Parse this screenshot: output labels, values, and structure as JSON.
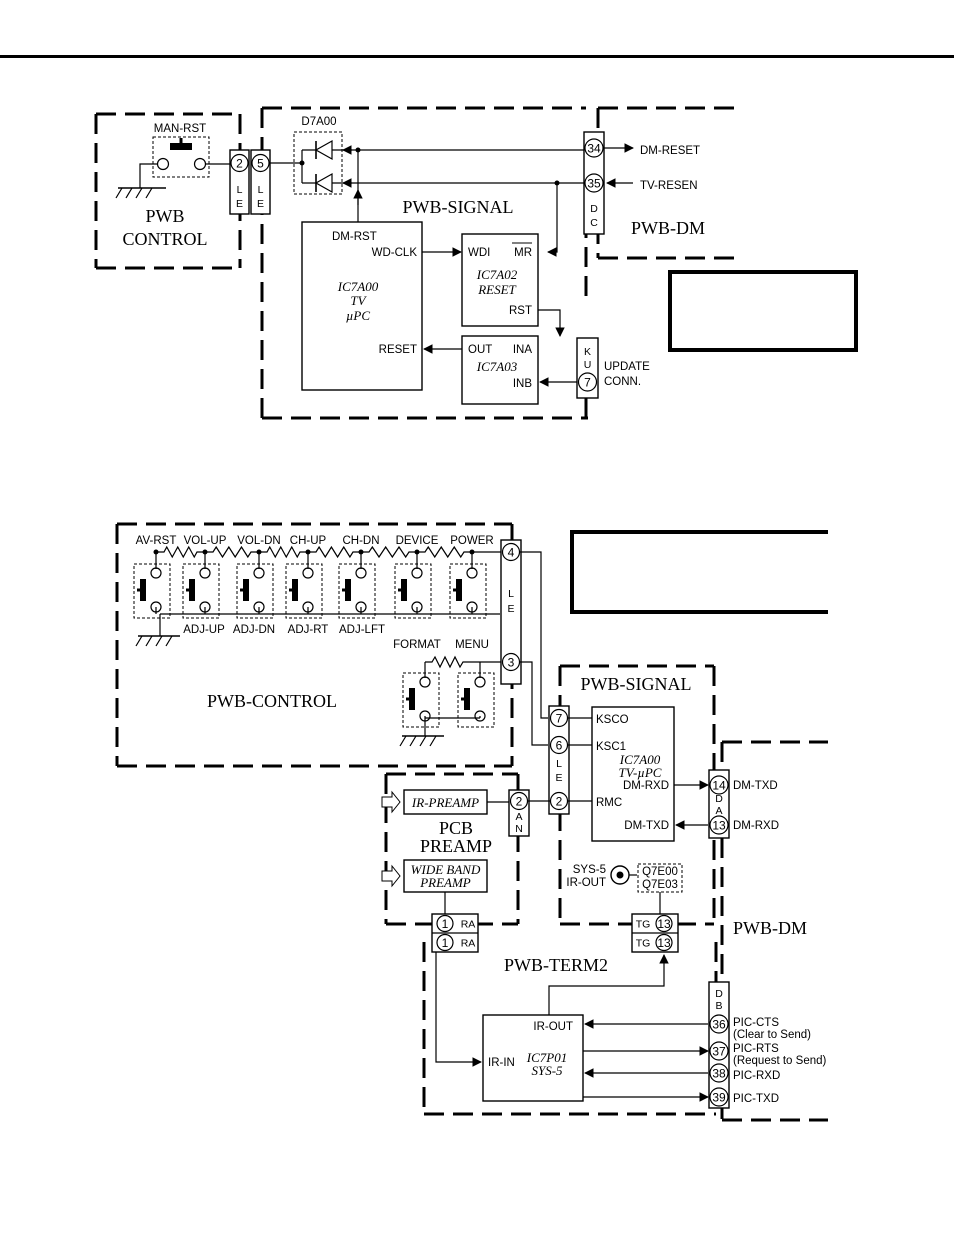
{
  "diagram1": {
    "pwb_control": {
      "line1": "PWB",
      "line2": "CONTROL"
    },
    "pwb_signal": "PWB-SIGNAL",
    "pwb_dm": "PWB-DM",
    "man_rst": "MAN-RST",
    "diode": "D7A00",
    "conn_le_left": {
      "pin": "2",
      "letters": [
        "L",
        "E"
      ]
    },
    "conn_le_right": {
      "pin": "5",
      "letters": [
        "L",
        "E"
      ]
    },
    "conn_dc": {
      "pins": [
        "34",
        "35"
      ],
      "letters": [
        "D",
        "C"
      ]
    },
    "conn_ku": {
      "pin": "7",
      "letters": [
        "K",
        "U"
      ]
    },
    "dm_reset": "DM-RESET",
    "tv_resen": "TV-RESEN",
    "ic_tv": {
      "name": "IC7A00",
      "line2": "TV",
      "line3": "µPC",
      "dm_rst": "DM-RST",
      "wd_clk": "WD-CLK",
      "reset": "RESET"
    },
    "ic_reset": {
      "wdi": "WDI",
      "mr": "MR",
      "name": "IC7A02",
      "line2": "RESET",
      "rst": "RST"
    },
    "ic_or": {
      "out": "OUT",
      "ina": "INA",
      "name": "IC7A03",
      "inb": "INB"
    },
    "update": {
      "line1": "UPDATE",
      "line2": "CONN."
    }
  },
  "diagram2": {
    "pwb_control": "PWB-CONTROL",
    "pwb_signal": "PWB-SIGNAL",
    "pwb_dm": "PWB-DM",
    "pwb_term2": "PWB-TERM2",
    "pcb_preamp": {
      "line1": "PCB",
      "line2": "PREAMP"
    },
    "top_keys": [
      "AV-RST",
      "VOL-UP",
      "VOL-DN",
      "CH-UP",
      "CH-DN",
      "DEVICE",
      "POWER"
    ],
    "bottom_keys": [
      "ADJ-UP",
      "ADJ-DN",
      "ADJ-RT",
      "ADJ-LFT"
    ],
    "format": "FORMAT",
    "menu": "MENU",
    "conn_le_ctrl": {
      "pins": [
        "4",
        "3"
      ],
      "letters": [
        "L",
        "E"
      ]
    },
    "conn_le_sig": {
      "pins": [
        "7",
        "6",
        "2"
      ],
      "letters": [
        "L",
        "E"
      ]
    },
    "conn_an": {
      "pin": "2",
      "letters": [
        "A",
        "N"
      ]
    },
    "conn_da": {
      "pins": [
        "14",
        "13"
      ],
      "letters": [
        "D",
        "A"
      ]
    },
    "conn_db": {
      "pins": [
        "36",
        "37",
        "38",
        "39"
      ],
      "letters": [
        "D",
        "B"
      ]
    },
    "ic_signal": {
      "ksc0": "KSCO",
      "ksc1": "KSC1",
      "name": "IC7A00",
      "line2": "TV-µPC",
      "dm_rxd": "DM-RXD",
      "rmc": "RMC",
      "dm_txd": "DM-TXD"
    },
    "dm_side": {
      "dm_txd": "DM-TXD",
      "dm_rxd": "DM-RXD"
    },
    "ir_preamp": "IR-PREAMP",
    "wide_band": {
      "line1": "WIDE BAND",
      "line2": "PREAMP"
    },
    "sys5_label": {
      "line1": "SYS-5",
      "line2": "IR-OUT"
    },
    "q7e": {
      "line1": "Q7E00",
      "line2": "Q7E03"
    },
    "ra": {
      "pin": "1",
      "label": "RA"
    },
    "tg": {
      "pin": "13",
      "label": "TG"
    },
    "ic_sys5": {
      "ir_out": "IR-OUT",
      "ir_in": "IR-IN",
      "name": "IC7P01",
      "line2": "SYS-5"
    },
    "pic": {
      "cts": "PIC-CTS",
      "cts_note": "(Clear to Send)",
      "rts": "PIC-RTS",
      "rts_note": "(Request to Send)",
      "rxd": "PIC-RXD",
      "txd": "PIC-TXD"
    }
  }
}
